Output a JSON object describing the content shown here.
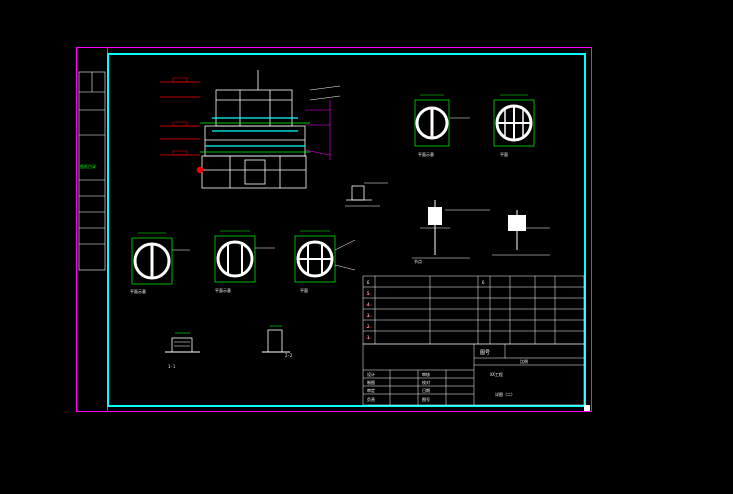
{
  "sheet": {
    "left_strip_label": "图纸目录"
  },
  "sections": {
    "plan_1_caption": "平面示意",
    "plan_2_caption": "平面",
    "plan_3_caption": "平面示意",
    "plan_4_caption": "平面示意",
    "plan_5_caption": "平面",
    "detail_1_caption": "1-1",
    "detail_2_caption": "2-2",
    "detail_3_caption": "节点"
  },
  "title_block": {
    "drawing_no_label": "图号",
    "scale_label": "比例",
    "project_title_1": "XX工程",
    "project_title_2": "详图（二）",
    "rows": [
      [
        "设计",
        "",
        "审核",
        ""
      ],
      [
        "制图",
        "",
        "校对",
        ""
      ],
      [
        "审定",
        "",
        "日期",
        ""
      ],
      [
        "负责",
        "",
        "图号",
        ""
      ]
    ]
  },
  "bom": {
    "rows": [
      [
        "6",
        "",
        "",
        "6",
        "",
        "",
        ""
      ],
      [
        "5",
        "",
        "",
        "",
        "",
        "",
        ""
      ],
      [
        "4",
        "",
        "",
        "",
        "",
        "",
        ""
      ],
      [
        "3",
        "",
        "",
        "",
        "",
        "",
        ""
      ],
      [
        "2",
        "",
        "",
        "",
        "",
        "",
        ""
      ],
      [
        "1",
        "",
        "",
        "",
        "",
        "",
        ""
      ]
    ]
  },
  "colors": {
    "frame": "#ff00ff",
    "border": "#00ffff",
    "line": "#ffffff",
    "dim": "#00ff00",
    "accent": "#ff0000"
  }
}
